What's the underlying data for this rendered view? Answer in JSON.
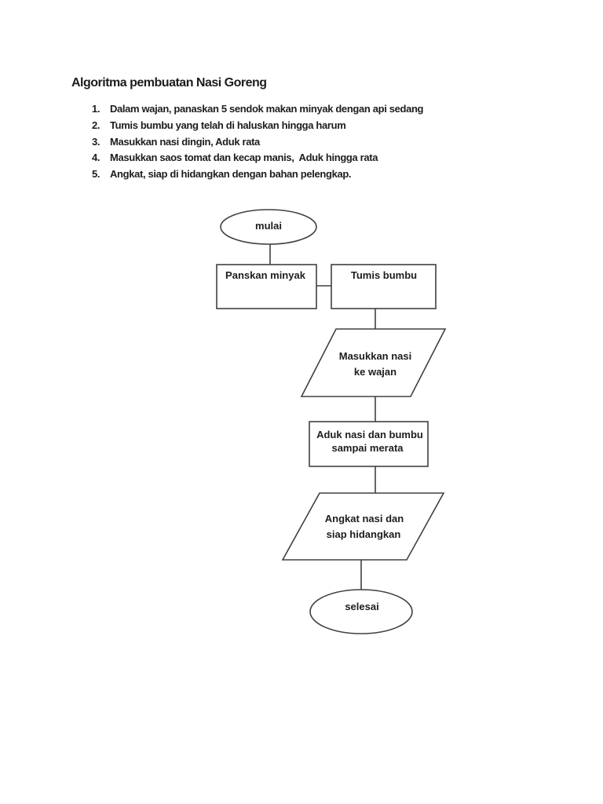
{
  "doc": {
    "title": "Algoritma pembuatan Nasi Goreng",
    "steps": [
      {
        "num": "1.",
        "text": "Dalam wajan, panaskan 5 sendok makan minyak dengan api sedang"
      },
      {
        "num": "2.",
        "text": "Tumis bumbu yang telah di haluskan hingga harum"
      },
      {
        "num": "3.",
        "text": "Masukkan nasi dingin, Aduk rata"
      },
      {
        "num": "4.",
        "text": "Masukkan saos tomat dan kecap manis,  Aduk hingga rata"
      },
      {
        "num": "5.",
        "text": "Angkat, siap di hidangkan dengan bahan pelengkap."
      }
    ]
  },
  "flowchart": {
    "start": {
      "label": "mulai"
    },
    "heat_oil": {
      "label": "Panskan minyak"
    },
    "saute_spices": {
      "label": "Tumis bumbu"
    },
    "add_rice": {
      "line1": "Masukkan nasi",
      "line2": "ke wajan"
    },
    "stir": {
      "line1": "Aduk nasi dan bumbu",
      "line2": "sampai merata"
    },
    "serve": {
      "line1": "Angkat nasi dan",
      "line2": "siap hidangkan"
    },
    "end": {
      "label": "selesai"
    }
  },
  "colors": {
    "ink": "#1d1d1d",
    "stroke": "#404040",
    "page_background": "#ffffff"
  }
}
